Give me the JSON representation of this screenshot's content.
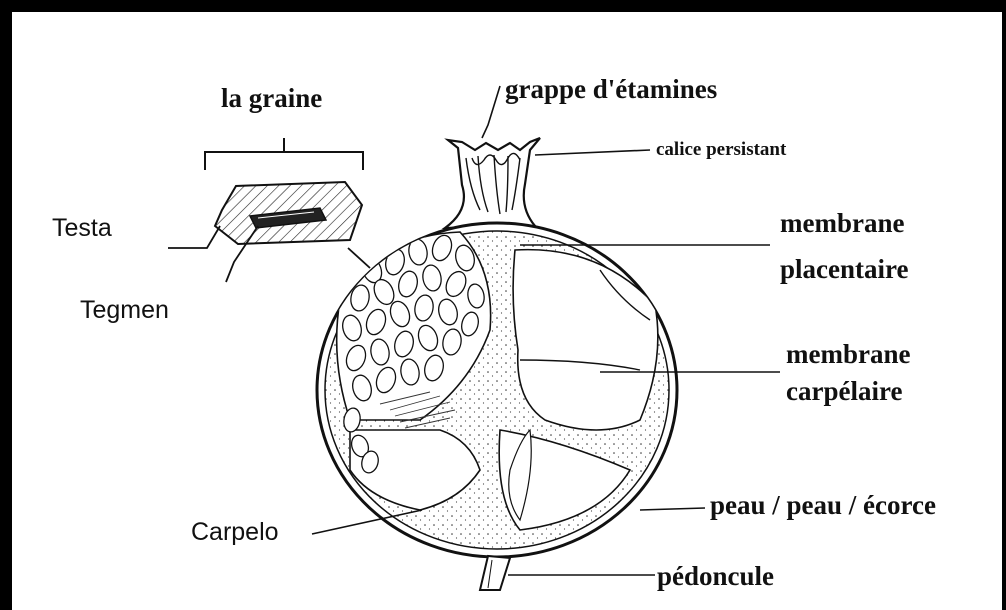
{
  "labels": {
    "seed_title": "la graine",
    "testa": "Testa",
    "tegmen": "Tegmen",
    "stamens": "grappe d'étamines",
    "calyx": "calice persistant",
    "placental_membrane_line1": "membrane",
    "placental_membrane_line2": "placentaire",
    "carpel_membrane_line1": "membrane",
    "carpel_membrane_line2": "carpélaire",
    "carpel": "Carpelo",
    "peel": "peau / peau / écorce",
    "peduncle": "pédoncule"
  },
  "colors": {
    "ink": "#111111",
    "frame": "#000000",
    "background": "#ffffff"
  }
}
